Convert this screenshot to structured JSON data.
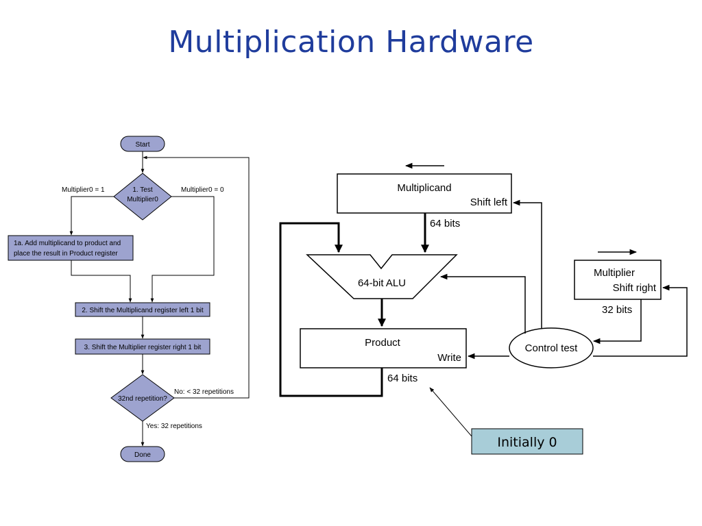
{
  "title": "Multiplication Hardware",
  "flowchart": {
    "start": "Start",
    "test_line1": "1.  Test",
    "test_line2": "Multiplier0",
    "branch_left": "Multiplier0 = 1",
    "branch_right": "Multiplier0 = 0",
    "step1a_line1": "1a.  Add multiplicand to product and",
    "step1a_line2": "place the result in Product register",
    "step2": "2.  Shift the Multiplicand register left 1 bit",
    "step3": "3.  Shift the Multiplier register right 1 bit",
    "repetition_test": "32nd repetition?",
    "no_label": "No: < 32 repetitions",
    "yes_label": "Yes: 32 repetitions",
    "done": "Done"
  },
  "hardware": {
    "multiplicand": "Multiplicand",
    "multiplicand_op": "Shift left",
    "multiplicand_bits": "64 bits",
    "alu": "64-bit ALU",
    "product": "Product",
    "product_op": "Write",
    "product_bits": "64 bits",
    "multiplier": "Multiplier",
    "multiplier_op": "Shift right",
    "multiplier_bits": "32 bits",
    "control": "Control test",
    "callout": "Initially 0"
  },
  "colors": {
    "title": "#1f3c9c",
    "flow_fill": "#9da3cf",
    "callout_fill": "#a8cdd8"
  }
}
